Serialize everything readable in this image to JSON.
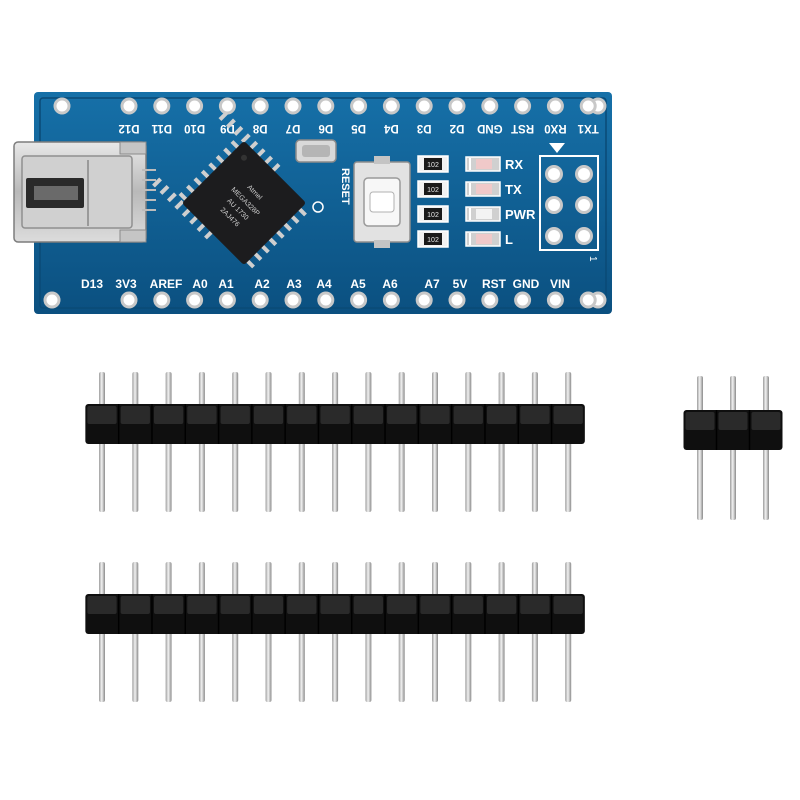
{
  "board": {
    "top_labels": [
      "D12",
      "D11",
      "D10",
      "D9",
      "D8",
      "D7",
      "D6",
      "D5",
      "D4",
      "D3",
      "D2",
      "GND",
      "RST",
      "RX0",
      "TX1"
    ],
    "bottom_labels": [
      "D13",
      "3V3",
      "AREF",
      "A0",
      "A1",
      "A2",
      "A3",
      "A4",
      "A5",
      "A6",
      "A7",
      "5V",
      "RST",
      "GND",
      "VIN"
    ],
    "led_labels": [
      "RX",
      "TX",
      "PWR",
      "L"
    ],
    "resistor_codes": [
      "102",
      "102",
      "102",
      "102"
    ],
    "chip_text": [
      "MEGA328P",
      "AU 1730",
      "2AJ476"
    ],
    "chip_brand": "Atmel",
    "reset_label": "RESET",
    "icsp_pin_number": "1",
    "colors": {
      "pcb": "#0d5c8f",
      "silkscreen": "#ffffff",
      "chip": "#1c1c1e",
      "pin": "#d8d8d8",
      "header_body": "#0f0f0f"
    }
  },
  "headers": {
    "long_header_pin_count": 15,
    "short_header_pin_count": 3
  }
}
